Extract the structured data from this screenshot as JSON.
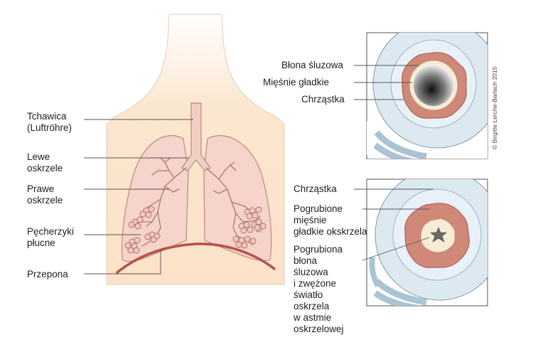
{
  "left_labels": {
    "trachea": "Tchawica\n(Luftröhre)",
    "left_bronchus": "Lewe\noskrzele",
    "right_bronchus": "Prawe\noskrzele",
    "alveoli": "Pęcherzyki\npłucne",
    "diaphragm": "Przepona"
  },
  "healthy_panel": {
    "mucosa": "Błona śluzowa",
    "smooth_muscle": "Mięśnie gładkie",
    "cartilage": "Chrząstka"
  },
  "asthma_panel": {
    "cartilage": "Chrząstka",
    "thickened_muscle": "Pogrubione\nmięśnie\ngładkie okskrzela",
    "thickened_mucosa": "Pogrubiona\nbłona\nśluzowa\ni zwężone\nświatło\noskrzela\nw astmie\noskrzelowej"
  },
  "copyright": "© Birgitte Lerche-Barlach 2015",
  "colors": {
    "body_fill": "#fbe2c8",
    "lung_fill": "#f6d3cb",
    "lung_outline": "#b98a80",
    "diaphragm": "#b5514a",
    "cartilage_fill": "#dce9f1",
    "muscle_fill": "#d08878",
    "mucosa_ring": "#f7ecd6"
  }
}
